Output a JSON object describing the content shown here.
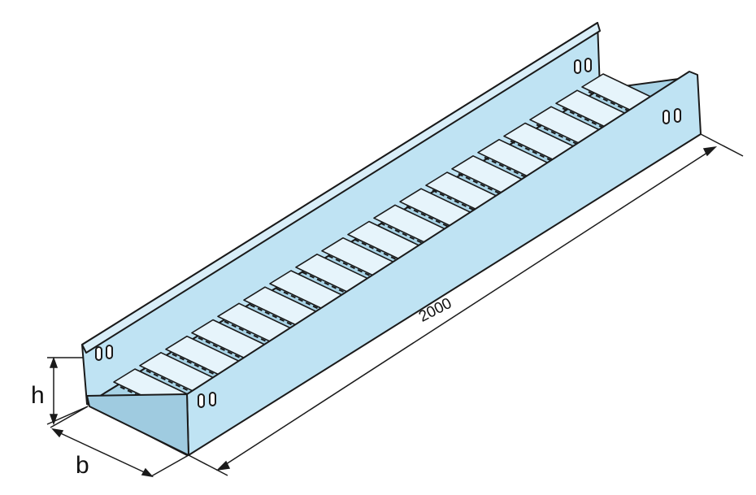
{
  "dimensions": {
    "height_label": "h",
    "width_label": "b",
    "length_label": "2000"
  },
  "colors": {
    "tray_fill": "#bfe3f3",
    "tray_shadow": "#9fcbe0",
    "outline": "#1a1a1a",
    "rung_light": "#e6f4fb"
  }
}
